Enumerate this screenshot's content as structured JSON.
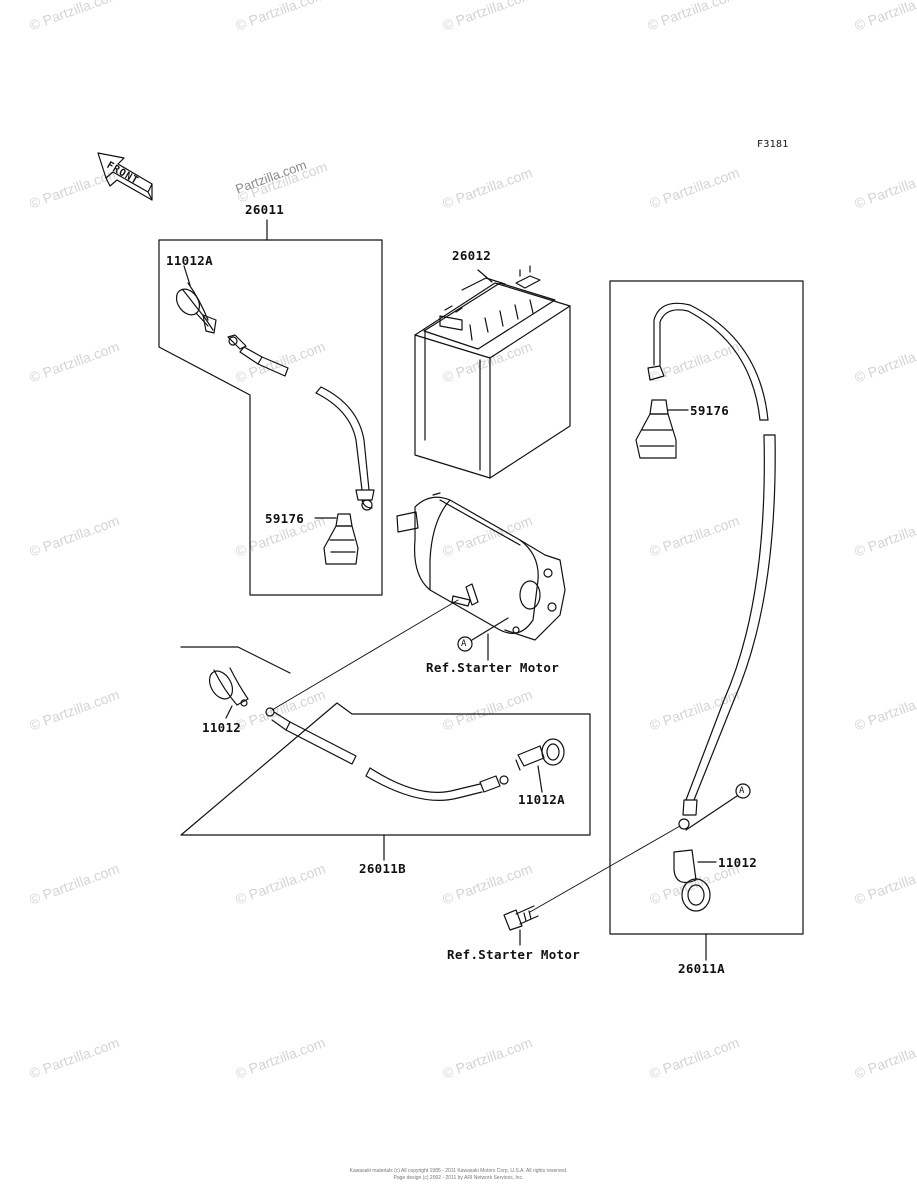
{
  "figure_code": "F3181",
  "front_arrow_label": "FRONT",
  "watermark": {
    "site": "Partzilla.com",
    "copyright_symbol_text": "© Partzilla.com"
  },
  "parts": {
    "harness_26011": "26011",
    "battery": "26012",
    "cable_26011B": "26011B",
    "cable_26011A": "26011A",
    "cap_11012A_top": "11012A",
    "cap_11012_left": "11012",
    "cap_11012A_bottom": "11012A",
    "cap_11012_right": "11012",
    "boot_59176_left": "59176",
    "boot_59176_right": "59176"
  },
  "references": {
    "starter_upper": "Ref.Starter Motor",
    "starter_lower": "Ref.Starter Motor",
    "connector_a_upper": "A",
    "connector_a_lower": "A"
  },
  "footer": {
    "line1": "Kawasaki materials (c) All copyright 1985 - 2011 Kawasaki Motors Corp, U.S.A. All rights reserved.",
    "line2": "Page design (c) 2002 - 2011 by ARI Network Services, Inc."
  }
}
